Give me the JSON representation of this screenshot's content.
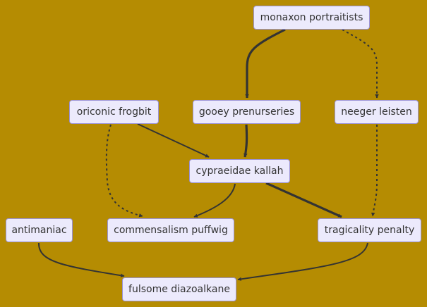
{
  "diagram": {
    "background": "#b58c02",
    "node_fill": "#eceafc",
    "node_border": "#9b93d6",
    "edge_color": "#333333",
    "nodes": {
      "monaxon_portraitists": "monaxon portraitists",
      "oriconic_frogbit": "oriconic frogbit",
      "gooey_prenurseries": "gooey prenurseries",
      "neeger_leisten": "neeger leisten",
      "cypraeidae_kallah": "cypraeidae kallah",
      "antimaniac": "antimaniac",
      "commensalism_puffwig": "commensalism puffwig",
      "tragicality_penalty": "tragicality penalty",
      "fulsome_diazoalkane": "fulsome diazoalkane"
    },
    "edges": [
      {
        "from": "monaxon portraitists",
        "to": "gooey prenurseries",
        "style": "thick"
      },
      {
        "from": "monaxon portraitists",
        "to": "neeger leisten",
        "style": "dotted"
      },
      {
        "from": "oriconic frogbit",
        "to": "cypraeidae kallah",
        "style": "normal"
      },
      {
        "from": "oriconic frogbit",
        "to": "commensalism puffwig",
        "style": "dotted"
      },
      {
        "from": "gooey prenurseries",
        "to": "cypraeidae kallah",
        "style": "thick"
      },
      {
        "from": "cypraeidae kallah",
        "to": "commensalism puffwig",
        "style": "normal"
      },
      {
        "from": "cypraeidae kallah",
        "to": "tragicality penalty",
        "style": "thick"
      },
      {
        "from": "neeger leisten",
        "to": "tragicality penalty",
        "style": "dotted"
      },
      {
        "from": "antimaniac",
        "to": "fulsome diazoalkane",
        "style": "normal"
      },
      {
        "from": "tragicality penalty",
        "to": "fulsome diazoalkane",
        "style": "normal"
      }
    ]
  }
}
